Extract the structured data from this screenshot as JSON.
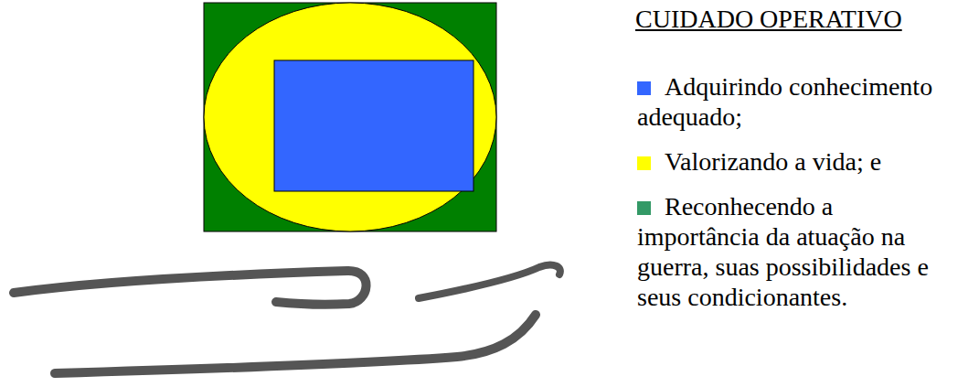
{
  "diagram": {
    "title": "CUIDADO OPERATIVO",
    "legend": [
      {
        "text": "Adquirindo conhecimento adequado;",
        "color": "#3366ff"
      },
      {
        "text": "Valorizando a vida; e",
        "color": "#ffff00"
      },
      {
        "text": "Reconhecendo a importância da atuação na guerra, suas possibilidades e seus condicionantes.",
        "color": "#339966"
      }
    ]
  }
}
